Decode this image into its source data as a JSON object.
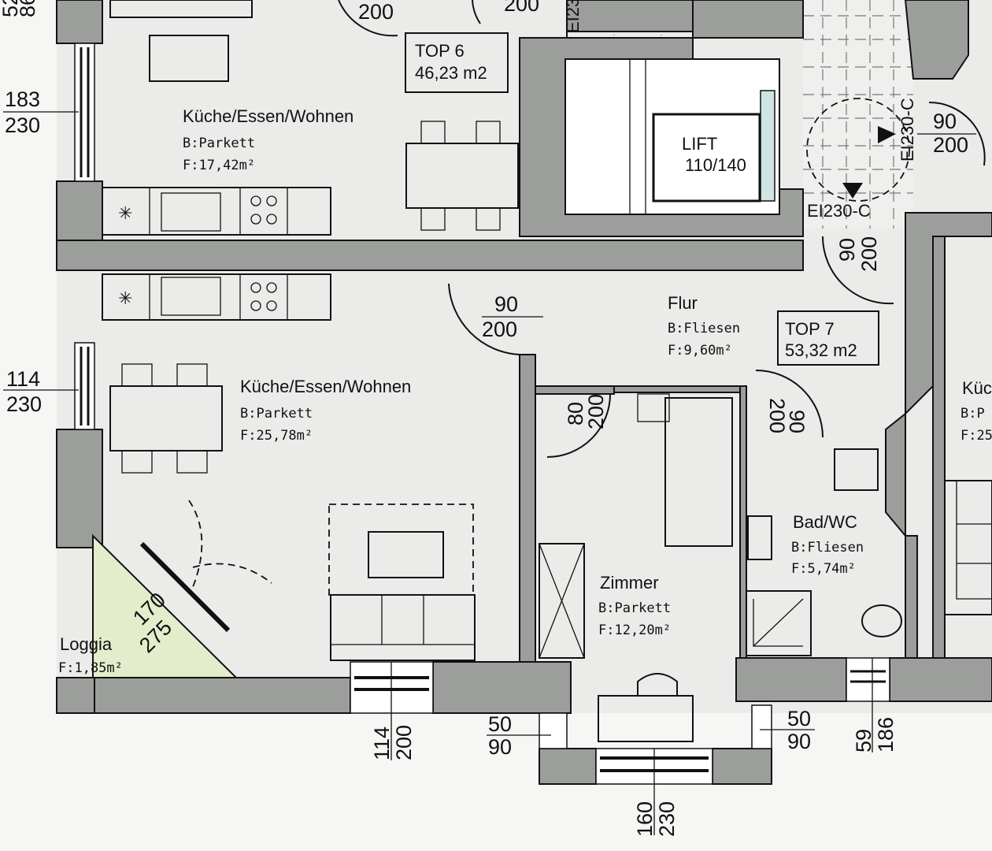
{
  "rooms": {
    "upper_kitchen": {
      "name": "Küche/Essen/Wohnen",
      "floor": "B:Parkett",
      "area": "F:17,42m²"
    },
    "lower_kitchen": {
      "name": "Küche/Essen/Wohnen",
      "floor": "B:Parkett",
      "area": "F:25,78m²"
    },
    "flur": {
      "name": "Flur",
      "floor": "B:Fliesen",
      "area": "F:9,60m²"
    },
    "zimmer": {
      "name": "Zimmer",
      "floor": "B:Parkett",
      "area": "F:12,20m²"
    },
    "bad": {
      "name": "Bad/WC",
      "floor": "B:Fliesen",
      "area": "F:5,74m²"
    },
    "loggia": {
      "name": "Loggia",
      "area": "F:1,85m²"
    },
    "right_partial": {
      "name": "Küc",
      "floor": "B:P",
      "area": "F:25"
    }
  },
  "units": {
    "top6": {
      "label": "TOP 6",
      "area": "46,23 m2"
    },
    "top7": {
      "label": "TOP 7",
      "area": "53,32 m2"
    }
  },
  "lift": {
    "label": "LIFT",
    "size": "110/140"
  },
  "fire_doors": {
    "door_right": "EI230-C",
    "door_bottom": "EI230-C",
    "door_top_partial": "EI23"
  },
  "dimensions": {
    "top_left_partial": {
      "top": "52",
      "bottom": "86"
    },
    "top_door_a": "200",
    "top_door_b": "200",
    "left_window_upper": {
      "top": "183",
      "bottom": "230"
    },
    "left_window_lower": {
      "top": "114",
      "bottom": "230"
    },
    "flur_door": {
      "top": "90",
      "bottom": "200"
    },
    "zimmer_door": {
      "top": "80",
      "bottom": "200"
    },
    "bad_door": {
      "top": "90",
      "bottom": "200"
    },
    "stair_door_right": {
      "top": "90",
      "bottom": "200"
    },
    "stair_door_bottom": {
      "top": "90",
      "bottom": "200"
    },
    "loggia_door": {
      "top": "170",
      "bottom": "275"
    },
    "bottom_window_kitchen": {
      "top": "114",
      "bottom": "200"
    },
    "zimmer_side_left": {
      "top": "50",
      "bottom": "90"
    },
    "zimmer_side_right": {
      "top": "50",
      "bottom": "90"
    },
    "zimmer_window": {
      "top": "160",
      "bottom": "230"
    },
    "bad_window": {
      "top": "59",
      "bottom": "186"
    }
  },
  "colors": {
    "wall": "#9c9e9c",
    "loggia": "#e3edcc",
    "floor": "#ebebea"
  }
}
